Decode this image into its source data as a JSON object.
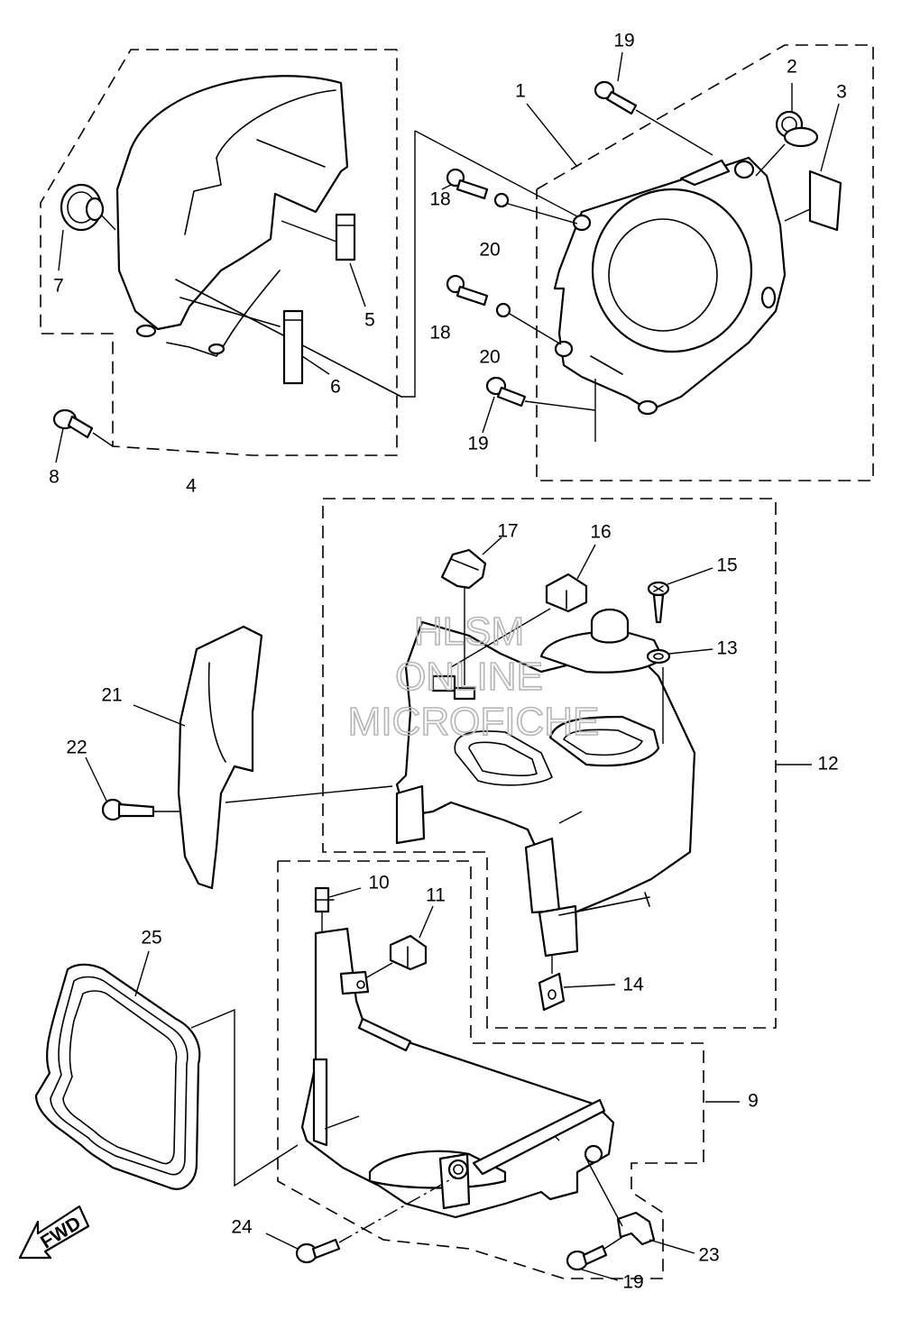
{
  "callouts": [
    "19",
    "2",
    "3",
    "1",
    "18",
    "20",
    "18",
    "20",
    "19",
    "7",
    "5",
    "6",
    "8",
    "4",
    "17",
    "16",
    "15",
    "13",
    "12",
    "21",
    "22",
    "10",
    "11",
    "14",
    "9",
    "25",
    "24",
    "23",
    "19"
  ],
  "watermark": {
    "line1": "HLSM",
    "line2": "ONLINE",
    "line3": "MICROFICHE"
  },
  "fwd": "FWD",
  "colors": {
    "ink": "#000000",
    "paper": "#ffffff",
    "watermark": "#b5b5b5"
  }
}
